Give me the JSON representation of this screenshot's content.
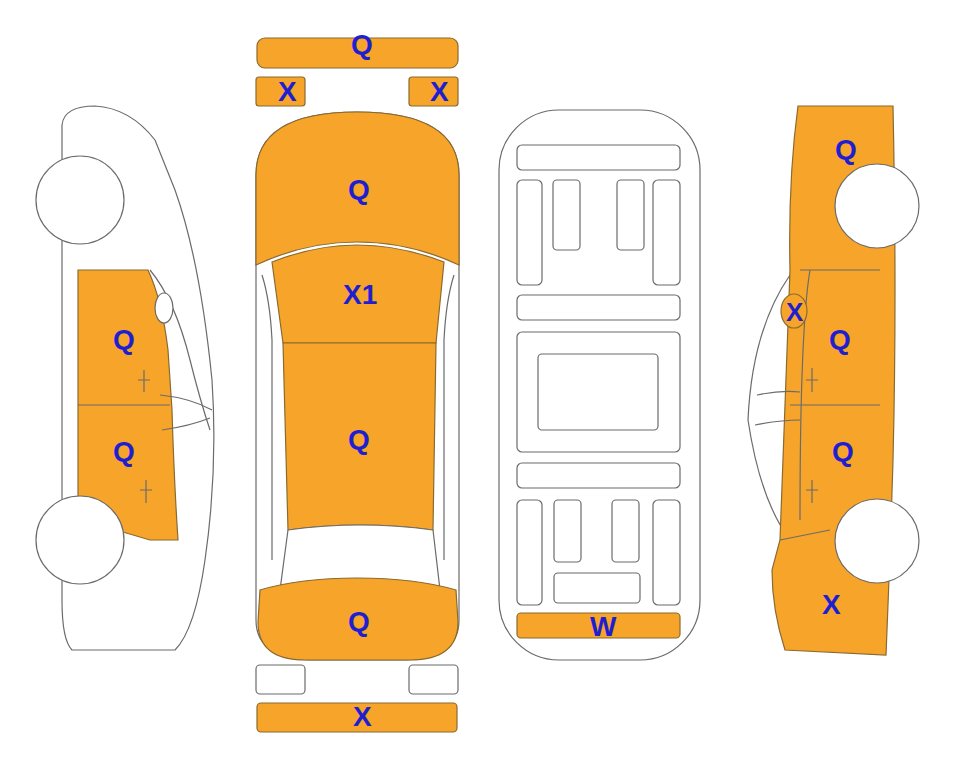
{
  "diagram": {
    "labels": [
      "Q",
      "X",
      "X",
      "Q",
      "Q",
      "X1",
      "X",
      "Q",
      "Q",
      "Q",
      "Q",
      "Q",
      "X",
      "Q",
      "W",
      "X"
    ]
  }
}
